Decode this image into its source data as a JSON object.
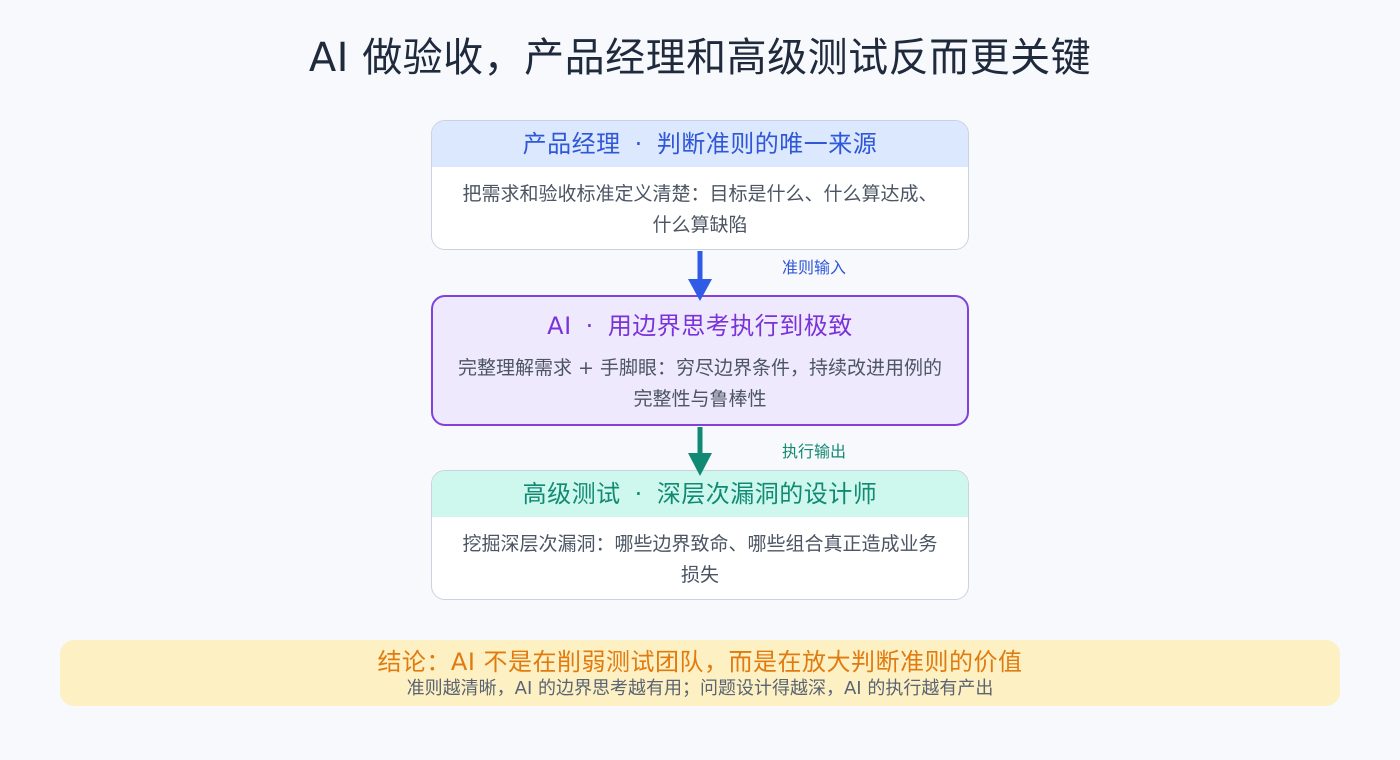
{
  "title": "AI 做验收，产品经理和高级测试反而更关键",
  "separator": "·",
  "cards": {
    "pm": {
      "role": "产品经理",
      "tagline": "判断准则的唯一来源",
      "description": "把需求和验收标准定义清楚：目标是什么、什么算达成、什么算缺陷"
    },
    "ai": {
      "role": "AI",
      "tagline": "用边界思考执行到极致",
      "description": "完整理解需求 + 手脚眼：穷尽边界条件，持续改进用例的完整性与鲁棒性"
    },
    "qa": {
      "role": "高级测试",
      "tagline": "深层次漏洞的设计师",
      "description": "挖掘深层次漏洞：哪些边界致命、哪些组合真正造成业务损失"
    }
  },
  "arrows": {
    "first_label": "准则输入",
    "second_label": "执行输出"
  },
  "conclusion": {
    "title": "结论：AI 不是在削弱测试团队，而是在放大判断准则的价值",
    "subtitle": "准则越清晰，AI 的边界思考越有用；问题设计得越深，AI 的执行越有产出"
  },
  "colors": {
    "pm_accent": "#2f57d8",
    "ai_accent": "#7a33d9",
    "qa_accent": "#128a73",
    "conclusion_accent": "#e07b10"
  }
}
